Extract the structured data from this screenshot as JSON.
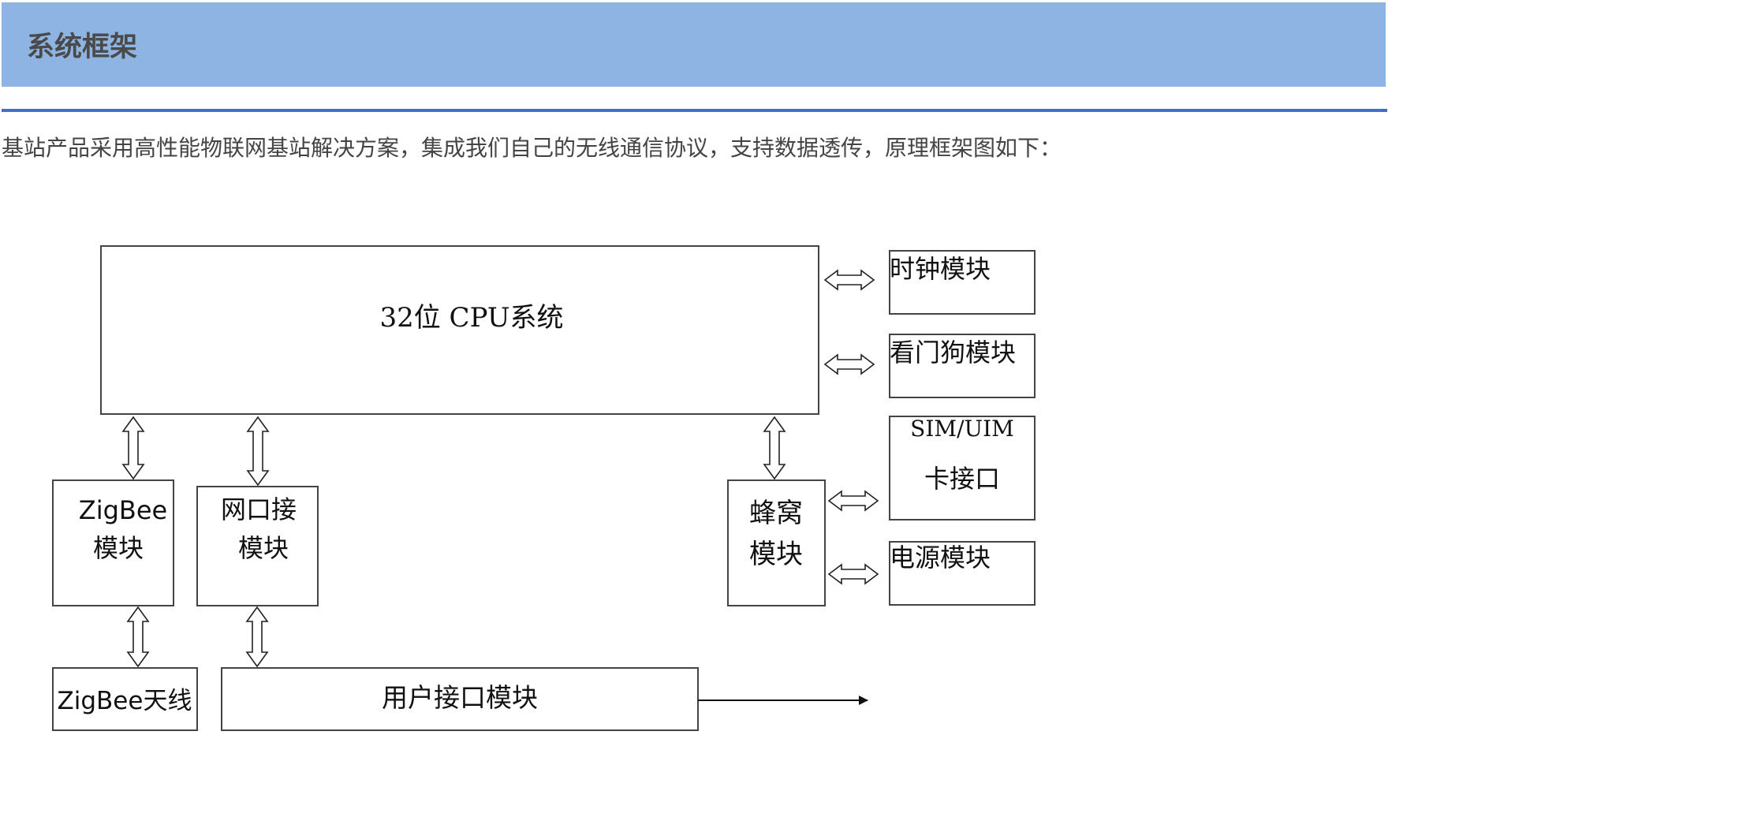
{
  "header": {
    "title": "系统框架"
  },
  "intro_text": "基站产品采用高性能物联网基站解决方案，集成我们自己的无线通信协议，支持数据透传，原理框架图如下：",
  "diagram": {
    "cpu": "32位 CPU系统",
    "clock": "时钟模块",
    "watchdog": "看门狗模块",
    "sim_line1": "SIM/UIM",
    "sim_line2": "卡接口",
    "power": "电源模块",
    "zigbee_line1": "ZigBee",
    "zigbee_line2": "模块",
    "ethernet_line1": "网口接",
    "ethernet_line2": "模块",
    "cellular_line1": "蜂窝",
    "cellular_line2": "模块",
    "antenna": "ZigBee天线",
    "user_interface": "用户接口模块"
  },
  "colors": {
    "header_bg": "#8eb4e3",
    "rule": "#3f6fc8",
    "text": "#444444"
  }
}
